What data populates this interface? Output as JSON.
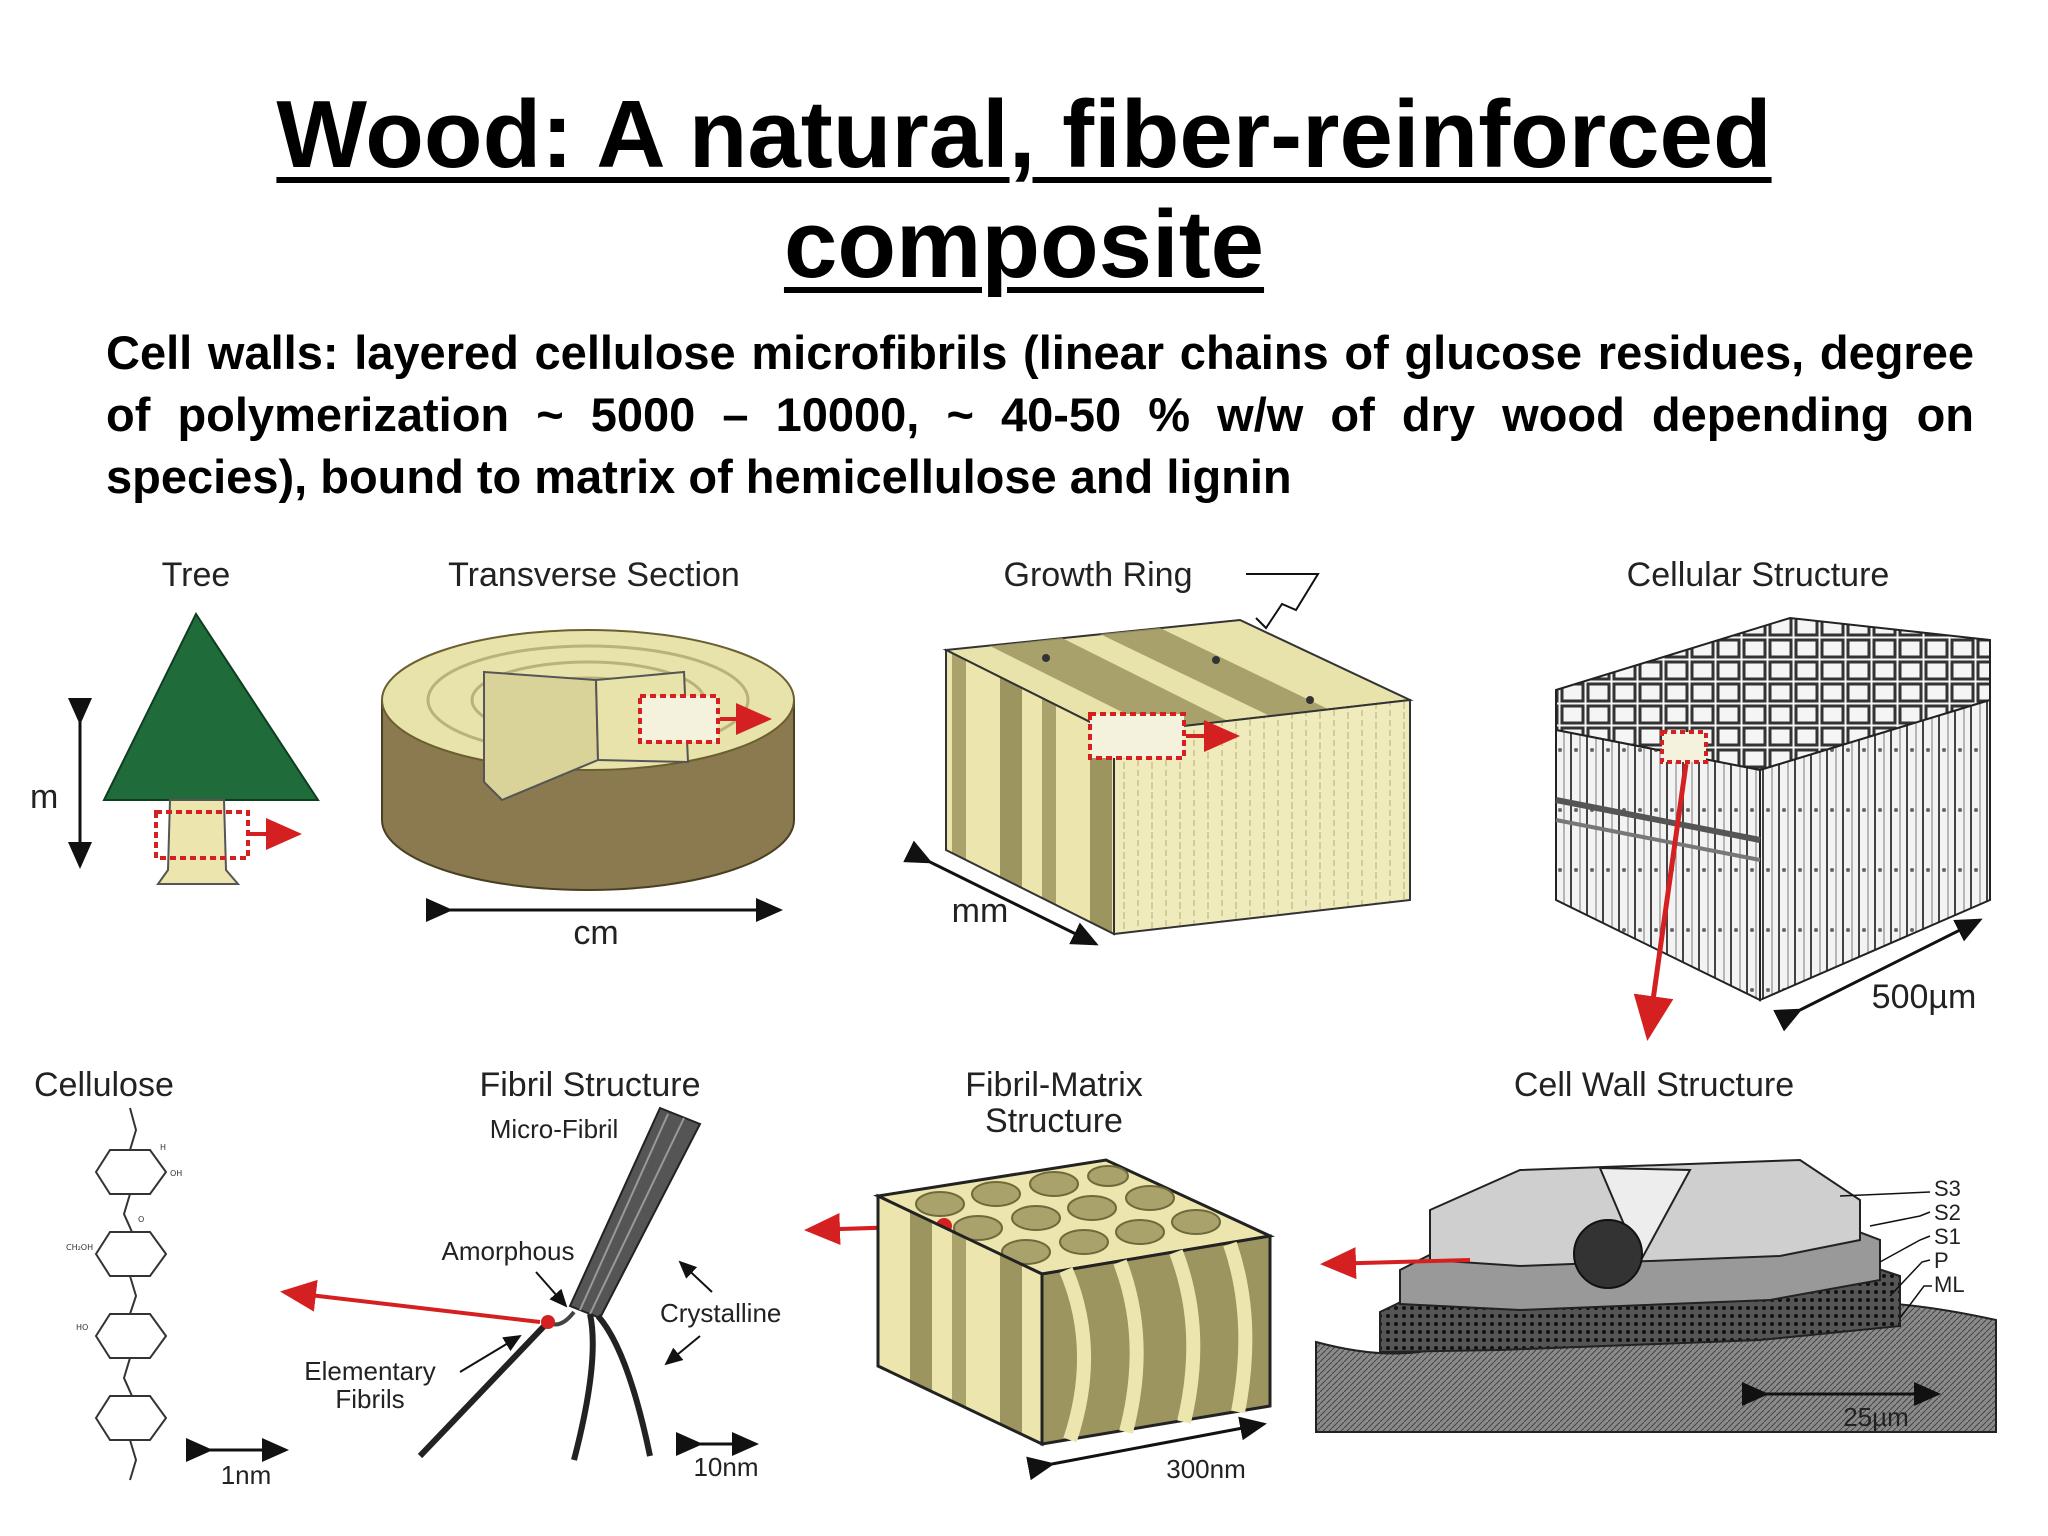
{
  "title": {
    "line1": "Wood: A natural, fiber-reinforced",
    "line2": "composite"
  },
  "body_text": "Cell walls: layered cellulose microfibrils (linear chains of glucose residues, degree of polymerization ~ 5000 – 10000, ~ 40-50 % w/w of dry wood depending on species), bound to matrix of hemicellulose and lignin",
  "figure": {
    "top_row": {
      "tree": {
        "title": "Tree",
        "scale": "m"
      },
      "transverse_section": {
        "title": "Transverse Section",
        "scale": "cm"
      },
      "growth_ring": {
        "title": "Growth Ring",
        "scale": "mm"
      },
      "cellular_structure": {
        "title": "Cellular Structure",
        "scale": "500µm"
      }
    },
    "bottom_row": {
      "cellulose": {
        "title": "Cellulose",
        "scale": "1nm",
        "formula_labels": [
          "H",
          "OH",
          "CH₂OH",
          "O",
          "HO"
        ]
      },
      "fibril_structure": {
        "title": "Fibril Structure",
        "micro_fibril": "Micro-Fibril",
        "amorphous": "Amorphous",
        "crystalline": "Crystalline",
        "elementary_line1": "Elementary",
        "elementary_line2": "Fibrils",
        "scale": "10nm"
      },
      "fibril_matrix": {
        "title_line1": "Fibril-Matrix",
        "title_line2": "Structure",
        "scale": "300nm"
      },
      "cell_wall": {
        "title": "Cell Wall Structure",
        "layers": [
          "S3",
          "S2",
          "S1",
          "P",
          "ML"
        ],
        "scale": "25µm"
      }
    },
    "colors": {
      "arrow": "#d42020",
      "tree_green": "#1f6b3a",
      "wood_light": "#e8e2ab",
      "wood_dark": "#9c9560",
      "bark": "#8b7a50"
    }
  }
}
